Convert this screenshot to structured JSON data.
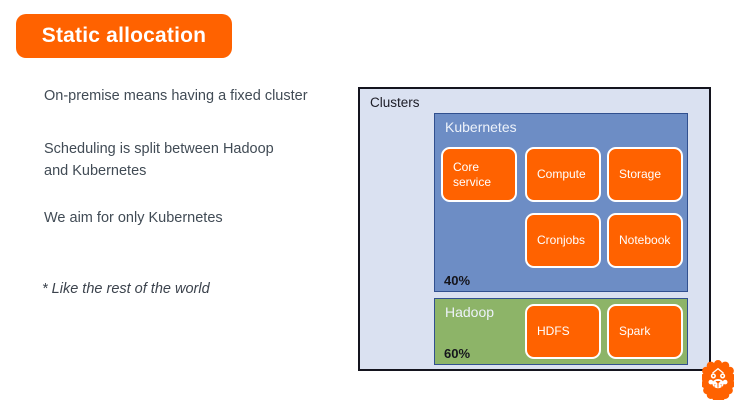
{
  "header": {
    "title": "Static allocation"
  },
  "body_text": {
    "para1_line1": "On-premise means having a fixed cluster",
    "para2_line1": "Scheduling is split between Hadoop",
    "para2_line2": "and Kubernetes",
    "para3_line1": "We aim for only Kubernetes",
    "footnote": "* Like the rest of the world"
  },
  "diagram": {
    "label": "Clusters",
    "kubernetes": {
      "label": "Kubernetes",
      "share": "40%",
      "tiles": [
        "Core service",
        "Compute",
        "Storage",
        "Cronjobs",
        "Notebook"
      ]
    },
    "hadoop": {
      "label": "Hadoop",
      "share": "60%",
      "tiles": [
        "HDFS",
        "Spark"
      ]
    }
  },
  "logo": {
    "name": "ing-lion"
  },
  "colors": {
    "accent_orange": "#FF6200",
    "kubernetes_blue": "#6D8DC5",
    "hadoop_green": "#8DB468",
    "clusters_background": "#DAE1F1",
    "box_border_blue": "#31508F"
  }
}
